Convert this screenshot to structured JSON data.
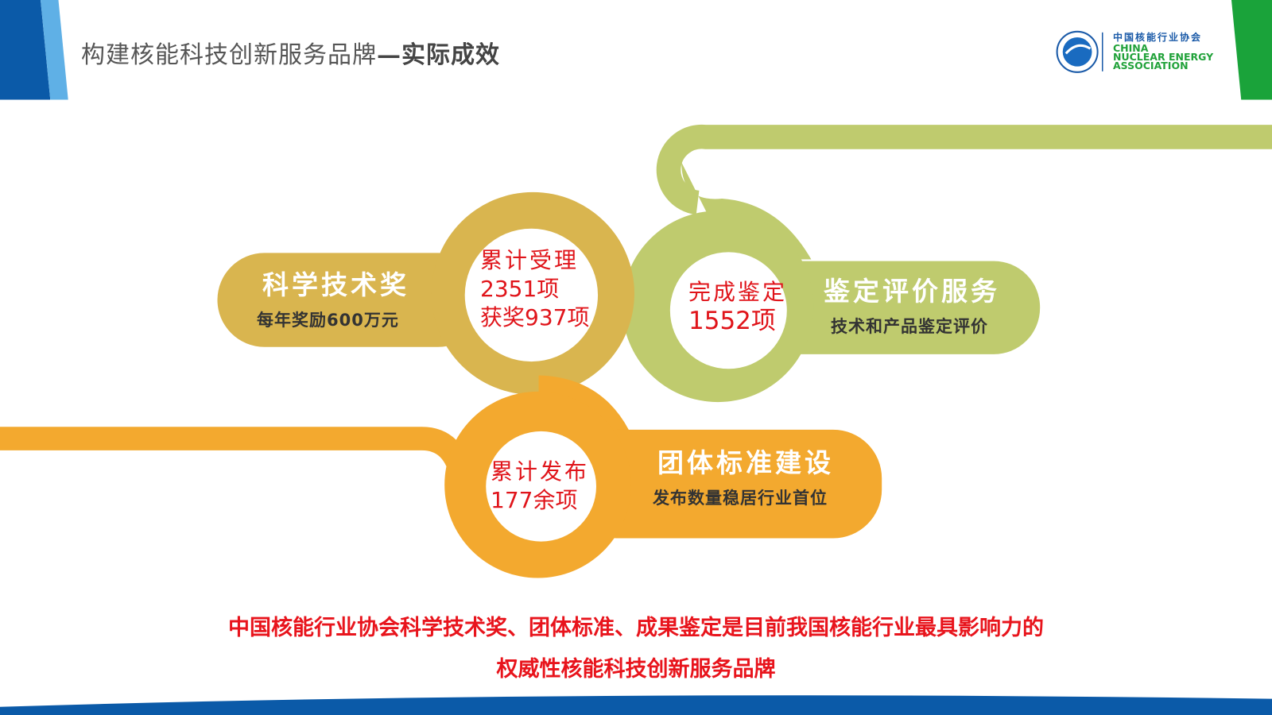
{
  "header": {
    "title": "构建核能科技创新服务品牌",
    "title_suffix": "—实际成效",
    "logo": {
      "name_cn": "中国核能行业协会",
      "name_en_1": "CHINA",
      "name_en_2": "NUCLEAR ENERGY",
      "name_en_3": "ASSOCIATION"
    }
  },
  "items": [
    {
      "heading": "科学技术奖",
      "subtitle": "每年奖励600万元",
      "circle_line1": "累计受理",
      "circle_line2": "2351项",
      "circle_line3": "获奖937项",
      "color": "#d9b54f"
    },
    {
      "heading": "鉴定评价服务",
      "subtitle": "技术和产品鉴定评价",
      "circle_line1": "完成鉴定",
      "circle_line2": "1552项",
      "color": "#bfcb6e"
    },
    {
      "heading": "团体标准建设",
      "subtitle": "发布数量稳居行业首位",
      "circle_line1": "累计发布",
      "circle_line2": "177余项",
      "color": "#f3a92f"
    }
  ],
  "footer": {
    "line1": "中国核能行业协会科学技术奖、团体标准、成果鉴定是目前我国核能行业最具影响力的",
    "line2": "权威性核能科技创新服务品牌"
  },
  "colors": {
    "blue": "#0b5aa8",
    "light_blue": "#5fb0e6",
    "green": "#1aa33a",
    "red": "#e8141c"
  }
}
